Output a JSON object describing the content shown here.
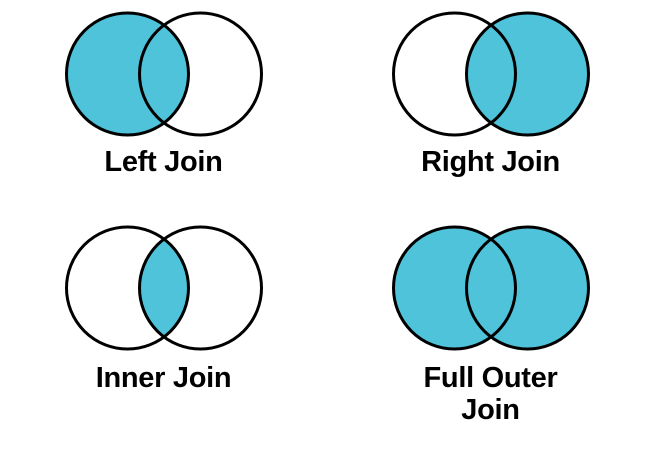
{
  "theme": {
    "background": "#ffffff",
    "fill": "#4EC3DA",
    "stroke": "#000000",
    "text": "#000000",
    "stroke_width": 3
  },
  "geometry": {
    "radius": 61,
    "center_offset": 36.5,
    "viewbox_width": 210,
    "viewbox_height": 132
  },
  "diagrams": [
    {
      "id": "left-join",
      "label": "Left Join",
      "fill_left": true,
      "fill_right": false,
      "fill_intersection": true,
      "region": "left-circle"
    },
    {
      "id": "right-join",
      "label": "Right Join",
      "fill_left": false,
      "fill_right": true,
      "fill_intersection": true,
      "region": "right-circle"
    },
    {
      "id": "inner-join",
      "label": "Inner Join",
      "fill_left": false,
      "fill_right": false,
      "fill_intersection": true,
      "region": "intersection"
    },
    {
      "id": "full-outer-join",
      "label": "Full Outer\nJoin",
      "fill_left": true,
      "fill_right": true,
      "fill_intersection": true,
      "region": "both-circles"
    }
  ]
}
